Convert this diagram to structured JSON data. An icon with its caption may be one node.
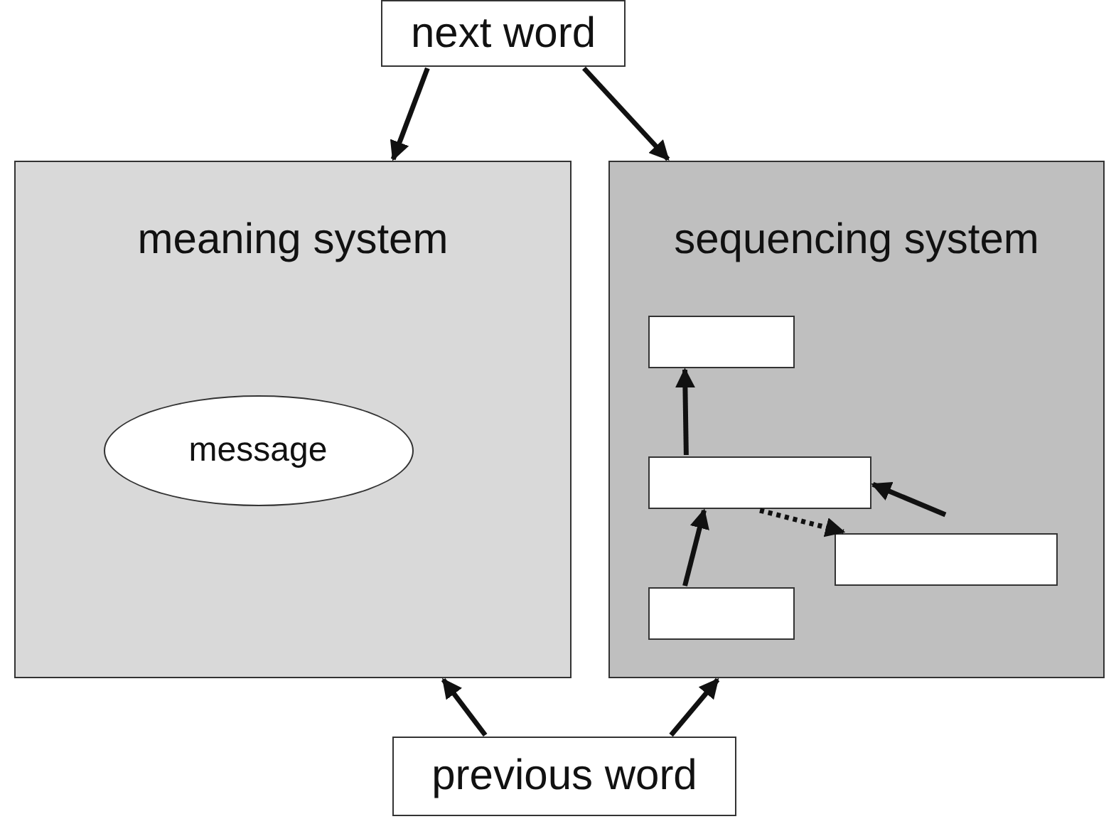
{
  "diagram": {
    "nodes": [
      {
        "text": [
          "next word"
        ]
      },
      {
        "text": [
          "meaning system"
        ]
      },
      {
        "text": [
          "message"
        ],
        "in": 1
      },
      {
        "text": [
          "sequencing system"
        ]
      },
      {
        "text": [],
        "shape": "box",
        "in": 3
      },
      {
        "text": [],
        "shape": "box",
        "in": 3
      },
      {
        "text": [],
        "shape": "box",
        "in": 3
      },
      {
        "text": [],
        "shape": "box",
        "in": 3
      },
      {
        "text": [
          "previous word"
        ]
      }
    ],
    "edges": [
      {
        "from": 0,
        "to": 1,
        "arrow": "to"
      },
      {
        "from": 0,
        "to": 3,
        "arrow": "to"
      },
      {
        "from": 8,
        "to": 1,
        "arrow": "to"
      },
      {
        "from": 8,
        "to": 3,
        "arrow": "to"
      },
      {
        "from": 7,
        "to": 5,
        "arrow": "to"
      },
      {
        "from": 5,
        "to": 4,
        "arrow": "to"
      },
      {
        "from": 5,
        "to": 6,
        "arrow": "to",
        "style": "dashed"
      },
      {
        "from": null,
        "to": 5,
        "arrow": "to"
      }
    ]
  }
}
